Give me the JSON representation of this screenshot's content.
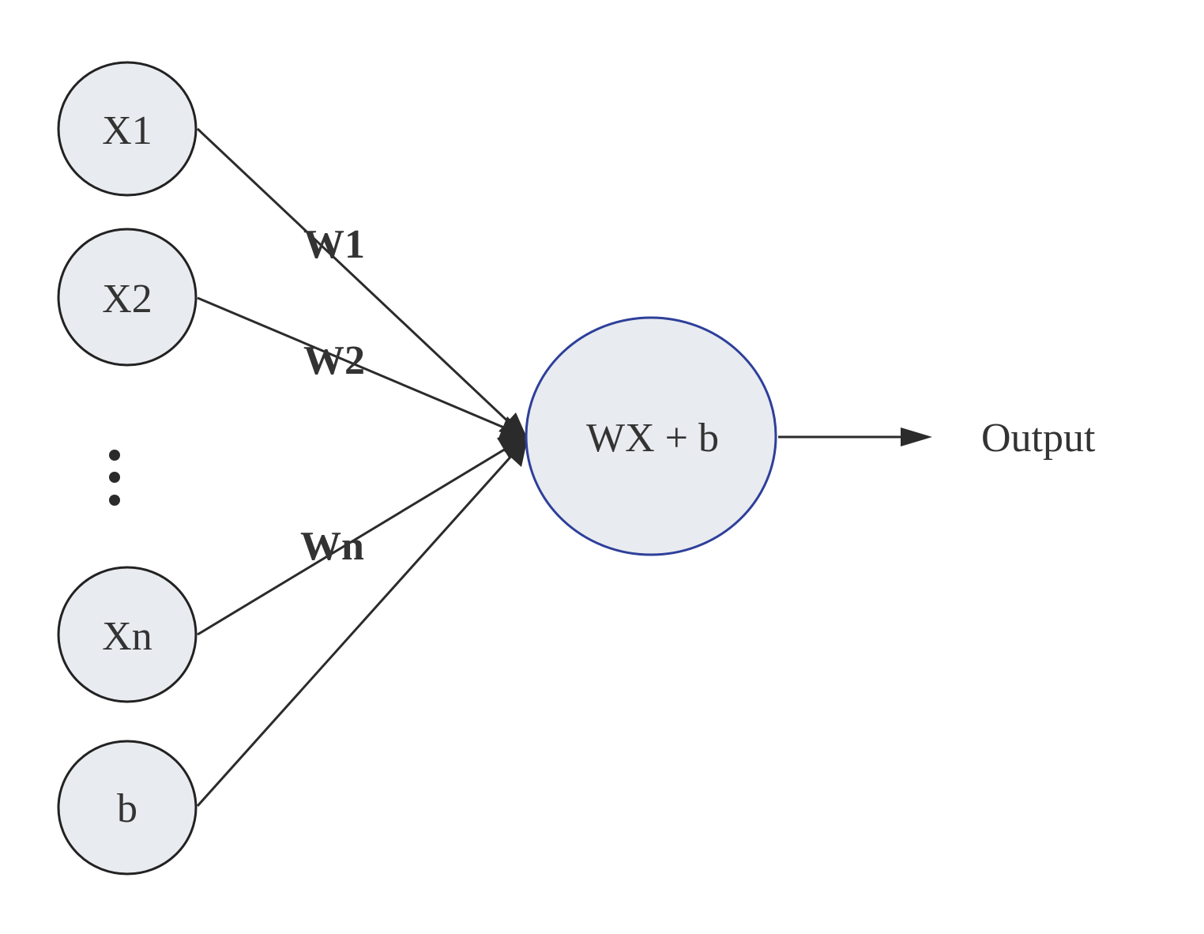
{
  "inputs": [
    {
      "id": "x1",
      "label": "X1"
    },
    {
      "id": "x2",
      "label": "X2"
    },
    {
      "id": "xn",
      "label": "Xn"
    },
    {
      "id": "b",
      "label": "b"
    }
  ],
  "weights": [
    {
      "id": "w1",
      "label": "W1"
    },
    {
      "id": "w2",
      "label": "W2"
    },
    {
      "id": "wn",
      "label": "Wn"
    }
  ],
  "neuron": {
    "label": "WX + b"
  },
  "output": {
    "label": "Output"
  },
  "ellipsis_icon": "vertical-ellipsis-icon",
  "colors": {
    "node_fill": "#e8ebef",
    "input_stroke": "#222222",
    "neuron_stroke": "#2e3f9a",
    "edge": "#2b2b2b",
    "text": "#333333"
  }
}
